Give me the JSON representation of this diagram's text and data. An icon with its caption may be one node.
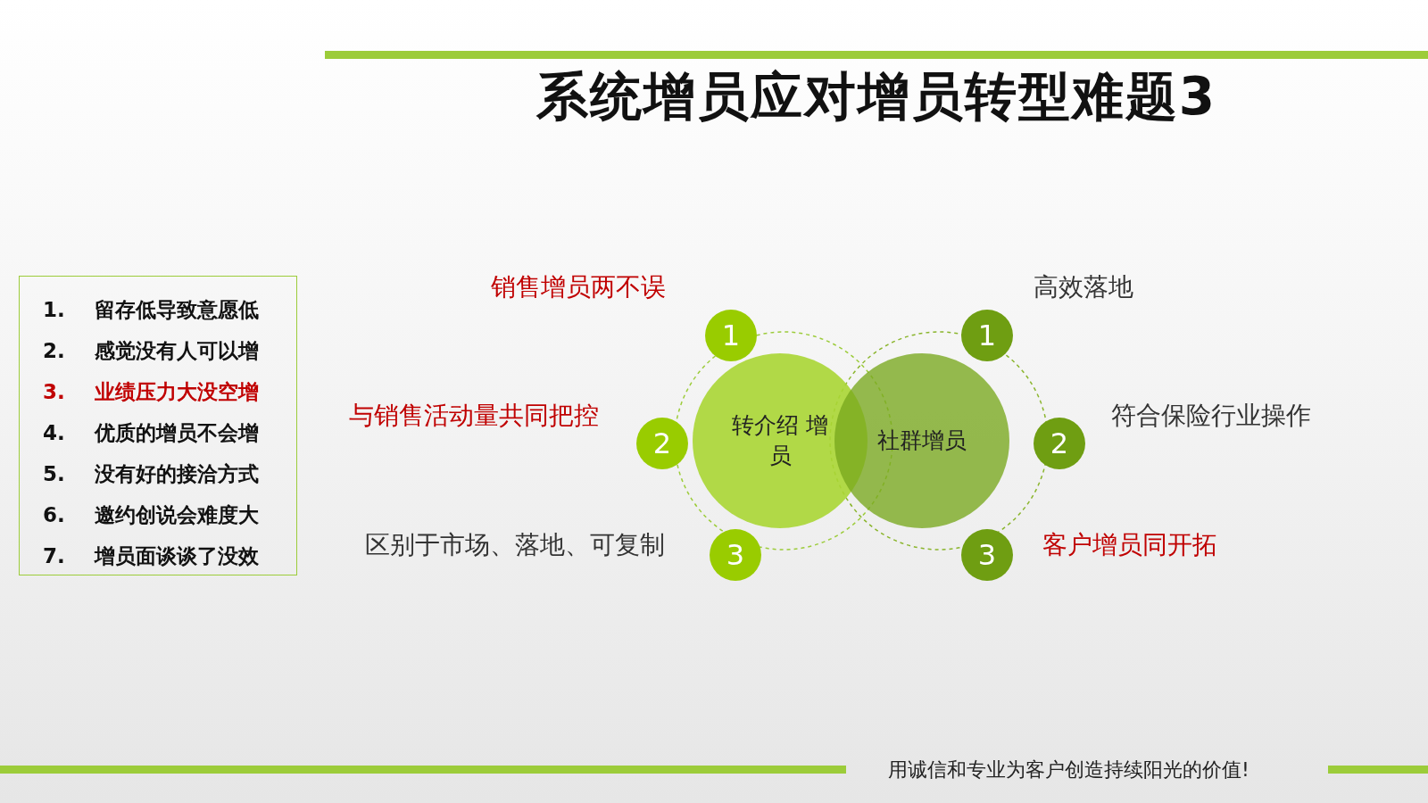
{
  "diagram": {
    "title": "系统增员应对增员转型难题3",
    "nodes": [
      {
        "text": [
          "1. 留存低导致意愿低",
          "2. 感觉没有人可以增",
          "3. 业绩压力大没空增",
          "4. 优质的增员不会增",
          "5. 没有好的接洽方式",
          "6. 邀约创说会难度大",
          "7. 增员面谈谈了没效"
        ]
      },
      {
        "text": [
          "转介绍 增员"
        ]
      },
      {
        "text": [
          "社群增员"
        ]
      },
      {
        "text": [
          "1"
        ],
        "beside": [
          "销售增员两不误"
        ]
      },
      {
        "text": [
          "2"
        ],
        "beside": [
          "与销售活动量共同把控"
        ]
      },
      {
        "text": [
          "3"
        ],
        "beside": [
          "区别于市场、落地、可复制"
        ]
      },
      {
        "text": [
          "1"
        ],
        "beside": [
          "高效落地"
        ]
      },
      {
        "text": [
          "2"
        ],
        "beside": [
          "符合保险行业操作"
        ]
      },
      {
        "text": [
          "3"
        ],
        "beside": [
          "客户增员同开拓"
        ]
      }
    ],
    "caption": "用诚信和专业为客户创造持续阳光的价值!"
  }
}
